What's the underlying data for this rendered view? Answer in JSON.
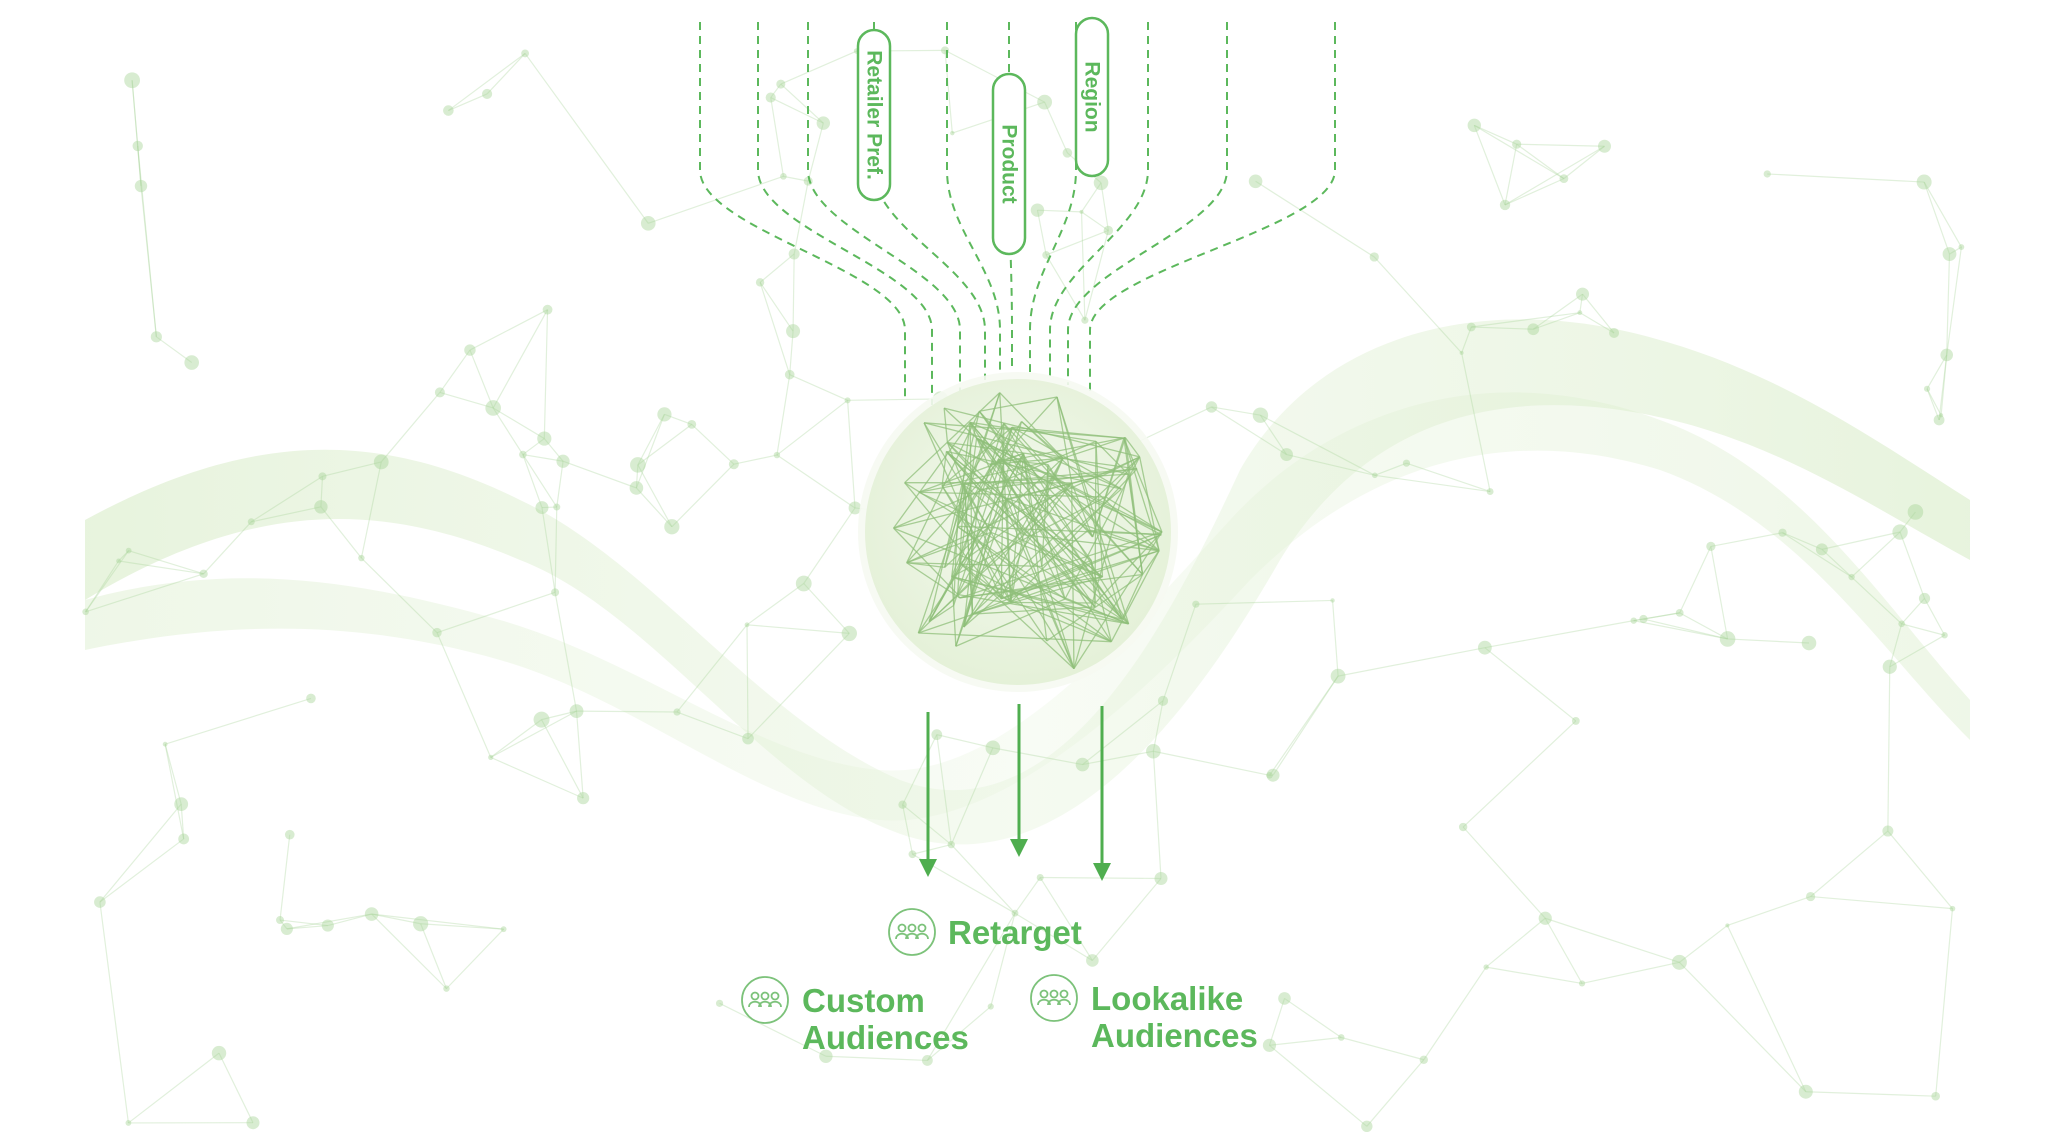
{
  "colors": {
    "accent": "#5cb85c",
    "accent_dark": "#4fae4f",
    "network": "#a8d49a",
    "wave": "#d8ecc8",
    "background": "#ffffff"
  },
  "inputs": [
    {
      "label": "Retailer Pref."
    },
    {
      "label": "Product"
    },
    {
      "label": "Region"
    }
  ],
  "outputs": {
    "retarget": {
      "label": "Retarget",
      "icon": "people-group-icon"
    },
    "custom": {
      "line1": "Custom",
      "line2": "Audiences",
      "icon": "people-group-icon"
    },
    "lookalike": {
      "line1": "Lookalike",
      "line2": "Audiences",
      "icon": "people-group-icon"
    }
  }
}
